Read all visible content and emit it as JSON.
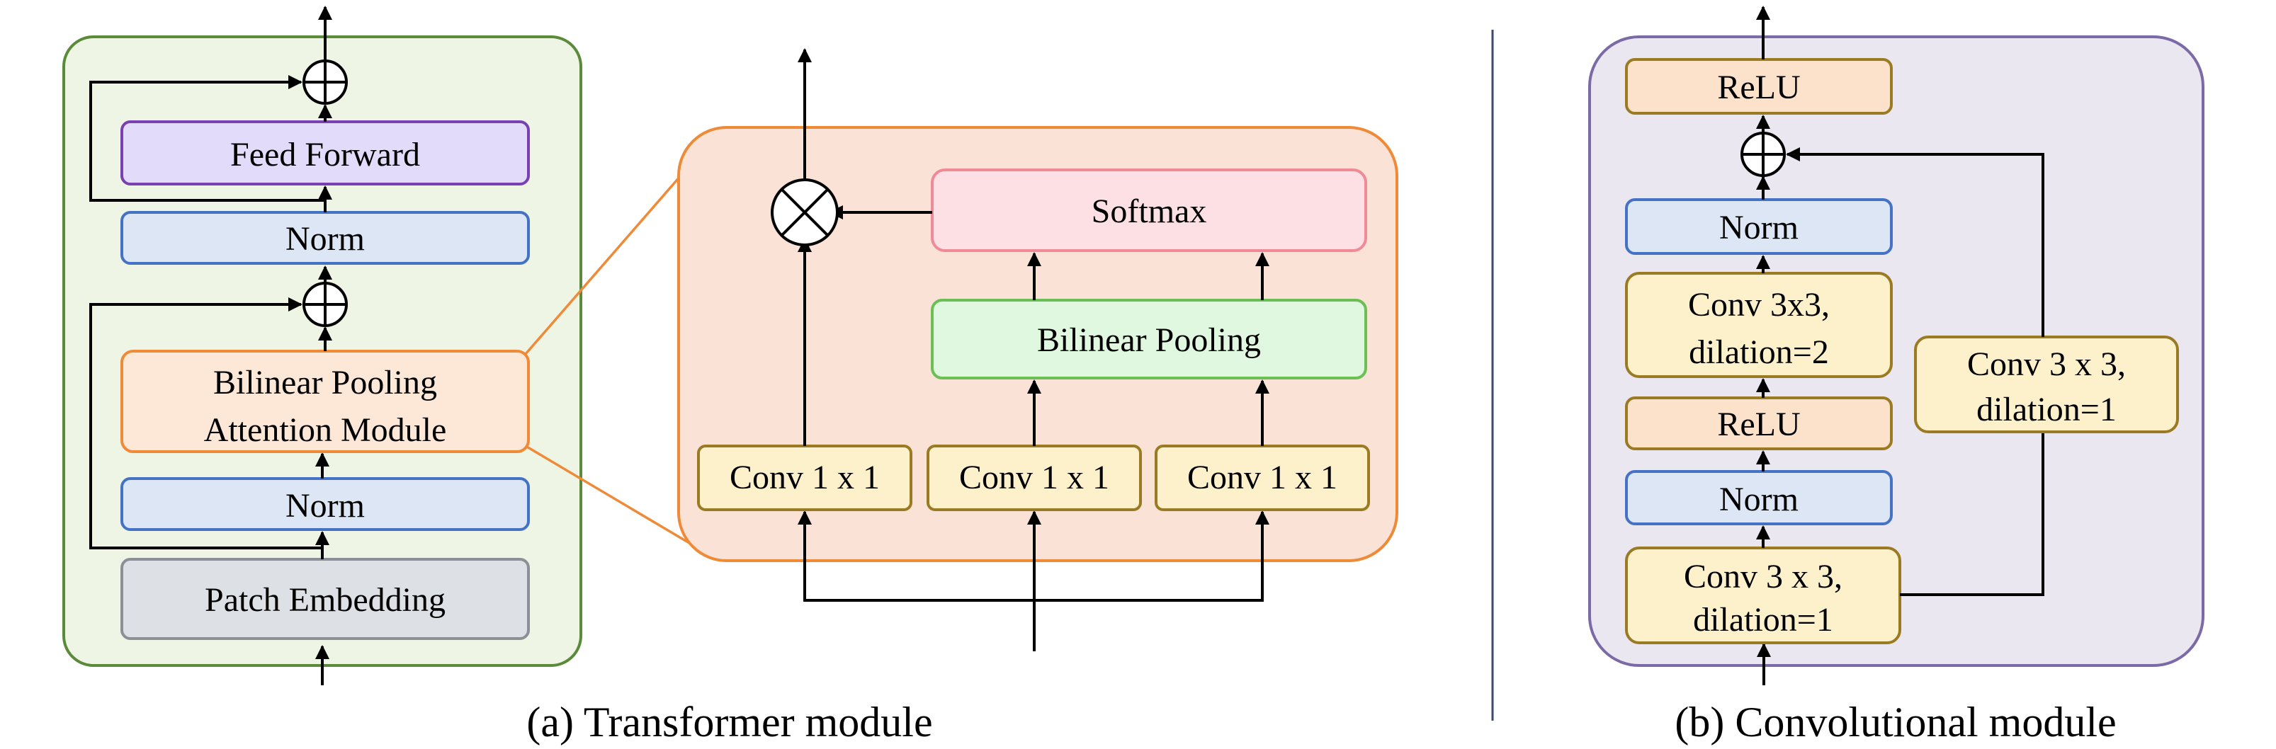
{
  "transformer": {
    "feed_forward": "Feed Forward",
    "norm_top": "Norm",
    "attention_line1": "Bilinear Pooling",
    "attention_line2": "Attention Module",
    "norm_bottom": "Norm",
    "patch_embedding": "Patch Embedding"
  },
  "attention_detail": {
    "softmax": "Softmax",
    "bilinear_pooling": "Bilinear Pooling",
    "conv_left": "Conv 1 x 1",
    "conv_middle": "Conv 1 x 1",
    "conv_right": "Conv 1 x 1"
  },
  "convolutional": {
    "relu_top": "ReLU",
    "norm_top": "Norm",
    "conv_dil2_line1": "Conv 3x3,",
    "conv_dil2_line2": "dilation=2",
    "relu_mid": "ReLU",
    "norm_bottom": "Norm",
    "conv_dil1_line1": "Conv 3 x 3,",
    "conv_dil1_line2": "dilation=1",
    "side_conv_line1": "Conv 3 x 3,",
    "side_conv_line2": "dilation=1"
  },
  "captions": {
    "a": "(a) Transformer module",
    "b": "(b) Convolutional module"
  },
  "colors": {
    "transformer_panel_fill": "#eef5e4",
    "transformer_panel_stroke": "#5a8a3a",
    "attention_panel_fill": "#fae3d6",
    "attention_panel_stroke": "#ee8a38",
    "conv_panel_fill": "#ebe7f1",
    "conv_panel_stroke": "#7b6aa6",
    "norm_fill": "#dce6f4",
    "norm_stroke": "#4472c4",
    "feed_forward_fill": "#e2dcfa",
    "feed_forward_stroke": "#7a3fb0",
    "attention_module_fill": "#fde7d7",
    "attention_module_stroke": "#ee8a38",
    "patch_fill": "#dde1e6",
    "patch_stroke": "#8b9096",
    "softmax_fill": "#fde0e3",
    "softmax_stroke": "#f08a96",
    "bilinear_fill": "#dff8df",
    "bilinear_stroke": "#6bbf55",
    "conv_fill": "#fdf1cc",
    "conv_stroke": "#9b7a24",
    "relu_fill": "#fde2cb",
    "relu_stroke": "#9b7a24",
    "divider": "#3c4a6e"
  }
}
